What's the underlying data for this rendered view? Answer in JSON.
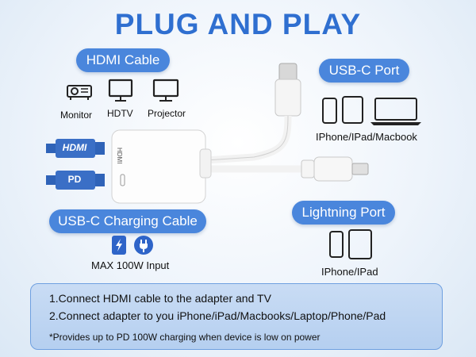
{
  "title": "PLUG AND PLAY",
  "hdmi_section": {
    "pill": "HDMI Cable",
    "devices": [
      {
        "label": "Monitor",
        "icon": "projector-icon"
      },
      {
        "label": "HDTV",
        "icon": "tv-icon"
      },
      {
        "label": "Projector",
        "icon": "screen-icon"
      }
    ],
    "connector_hdmi_label": "HDMI",
    "connector_pd_label": "PD"
  },
  "usbc_port": {
    "pill": "USB-C Port",
    "devices_label": "IPhone/IPad/Macbook"
  },
  "charging": {
    "pill": "USB-C Charging Cable",
    "caption": "MAX 100W Input"
  },
  "lightning": {
    "pill": "Lightning Port",
    "devices_label": "IPhone/IPad"
  },
  "adapter": {
    "side_label": "HDMI"
  },
  "instructions": {
    "step1": "1.Connect HDMI cable to the adapter and TV",
    "step2": "2.Connect adapter to you iPhone/iPad/Macbooks/Laptop/Phone/Pad",
    "note": "*Provides up to PD 100W charging when device is low on power"
  },
  "colors": {
    "accent": "#4a86dc",
    "title": "#2f6fd0",
    "connector": "#3a6fc6"
  }
}
